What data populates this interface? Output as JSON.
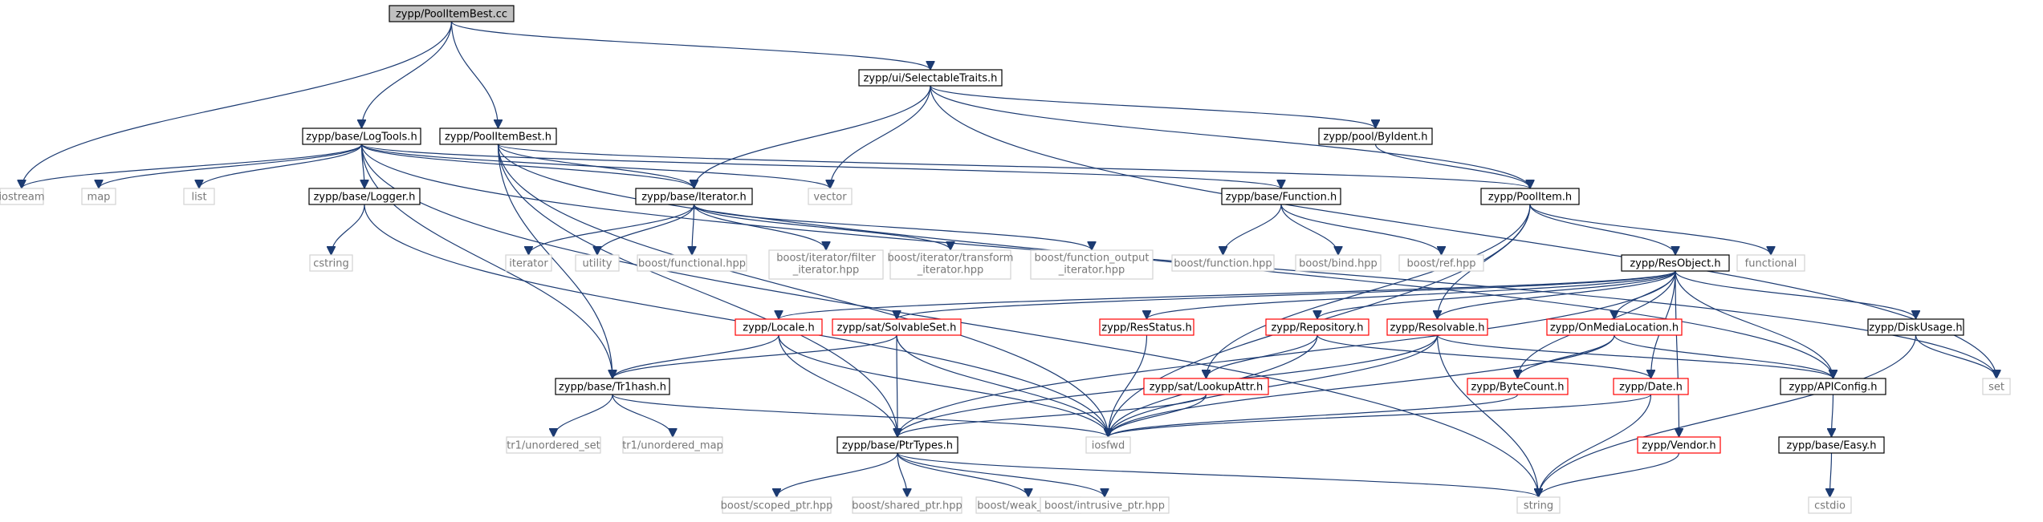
{
  "diagram": {
    "title": "zypp/PoolItemBest.cc",
    "colors": {
      "highlight_fill": "#c0c0c0",
      "normal_border": "#000000",
      "missing_border": "#d3d3d3",
      "partial_border": "#ff0000",
      "edge": "#1c3b72",
      "text": "#000000",
      "missing_text": "#777777"
    },
    "nodes": [
      {
        "id": "root",
        "label": "zypp/PoolItemBest.cc",
        "style": "highlight"
      },
      {
        "id": "iostream",
        "label": "iostream",
        "style": "missing"
      },
      {
        "id": "logtools",
        "label": "zypp/base/LogTools.h",
        "style": "normal"
      },
      {
        "id": "poolitembest_h",
        "label": "zypp/PoolItemBest.h",
        "style": "normal"
      },
      {
        "id": "selectabletraits",
        "label": "zypp/ui/SelectableTraits.h",
        "style": "normal"
      },
      {
        "id": "map",
        "label": "map",
        "style": "missing"
      },
      {
        "id": "list",
        "label": "list",
        "style": "missing"
      },
      {
        "id": "logger",
        "label": "zypp/base/Logger.h",
        "style": "normal"
      },
      {
        "id": "iterator_h",
        "label": "zypp/base/Iterator.h",
        "style": "normal"
      },
      {
        "id": "vector",
        "label": "vector",
        "style": "missing"
      },
      {
        "id": "function_h",
        "label": "zypp/base/Function.h",
        "style": "normal"
      },
      {
        "id": "byident",
        "label": "zypp/pool/ByIdent.h",
        "style": "normal"
      },
      {
        "id": "poolitem",
        "label": "zypp/PoolItem.h",
        "style": "normal"
      },
      {
        "id": "set",
        "label": "set",
        "style": "missing"
      },
      {
        "id": "cstring",
        "label": "cstring",
        "style": "missing"
      },
      {
        "id": "iterator",
        "label": "iterator",
        "style": "missing"
      },
      {
        "id": "utility",
        "label": "utility",
        "style": "missing"
      },
      {
        "id": "boost_functional",
        "label": "boost/functional.hpp",
        "style": "missing"
      },
      {
        "id": "filter_iter",
        "label": [
          "boost/iterator/filter",
          "_iterator.hpp"
        ],
        "style": "missing"
      },
      {
        "id": "transform_iter",
        "label": [
          "boost/iterator/transform",
          "_iterator.hpp"
        ],
        "style": "missing"
      },
      {
        "id": "function_output",
        "label": [
          "boost/function_output",
          "_iterator.hpp"
        ],
        "style": "missing"
      },
      {
        "id": "boost_function",
        "label": "boost/function.hpp",
        "style": "missing"
      },
      {
        "id": "boost_bind",
        "label": "boost/bind.hpp",
        "style": "missing"
      },
      {
        "id": "boost_ref",
        "label": "boost/ref.hpp",
        "style": "missing"
      },
      {
        "id": "resobject",
        "label": "zypp/ResObject.h",
        "style": "normal"
      },
      {
        "id": "functional",
        "label": "functional",
        "style": "missing"
      },
      {
        "id": "locale",
        "label": "zypp/Locale.h",
        "style": "partial"
      },
      {
        "id": "solvableset",
        "label": "zypp/sat/SolvableSet.h",
        "style": "partial"
      },
      {
        "id": "resstatus",
        "label": "zypp/ResStatus.h",
        "style": "partial"
      },
      {
        "id": "repository",
        "label": "zypp/Repository.h",
        "style": "partial"
      },
      {
        "id": "resolvable",
        "label": "zypp/Resolvable.h",
        "style": "partial"
      },
      {
        "id": "onmedialocation",
        "label": "zypp/OnMediaLocation.h",
        "style": "partial"
      },
      {
        "id": "diskusage",
        "label": "zypp/DiskUsage.h",
        "style": "normal"
      },
      {
        "id": "tr1hash",
        "label": "zypp/base/Tr1hash.h",
        "style": "normal"
      },
      {
        "id": "lookupattr",
        "label": "zypp/sat/LookupAttr.h",
        "style": "partial"
      },
      {
        "id": "bytecount",
        "label": "zypp/ByteCount.h",
        "style": "partial"
      },
      {
        "id": "date",
        "label": "zypp/Date.h",
        "style": "partial"
      },
      {
        "id": "apiconfig",
        "label": "zypp/APIConfig.h",
        "style": "normal"
      },
      {
        "id": "unordered_set",
        "label": "tr1/unordered_set",
        "style": "missing"
      },
      {
        "id": "unordered_map",
        "label": "tr1/unordered_map",
        "style": "missing"
      },
      {
        "id": "ptrtypes",
        "label": "zypp/base/PtrTypes.h",
        "style": "normal"
      },
      {
        "id": "iosfwd",
        "label": "iosfwd",
        "style": "missing"
      },
      {
        "id": "vendor",
        "label": "zypp/Vendor.h",
        "style": "partial"
      },
      {
        "id": "easy",
        "label": "zypp/base/Easy.h",
        "style": "normal"
      },
      {
        "id": "scoped_ptr",
        "label": "boost/scoped_ptr.hpp",
        "style": "missing"
      },
      {
        "id": "shared_ptr",
        "label": "boost/shared_ptr.hpp",
        "style": "missing"
      },
      {
        "id": "weak_ptr",
        "label": "boost/weak_ptr.hpp",
        "style": "missing"
      },
      {
        "id": "intrusive_ptr",
        "label": "boost/intrusive_ptr.hpp",
        "style": "missing"
      },
      {
        "id": "string",
        "label": "string",
        "style": "missing"
      },
      {
        "id": "cstdio",
        "label": "cstdio",
        "style": "missing"
      }
    ],
    "edges": [
      [
        "root",
        "iostream"
      ],
      [
        "root",
        "logtools"
      ],
      [
        "root",
        "poolitembest_h"
      ],
      [
        "root",
        "selectabletraits"
      ],
      [
        "logtools",
        "iostream"
      ],
      [
        "logtools",
        "map"
      ],
      [
        "logtools",
        "list"
      ],
      [
        "logtools",
        "logger"
      ],
      [
        "logtools",
        "iterator_h"
      ],
      [
        "logtools",
        "vector"
      ],
      [
        "logtools",
        "set"
      ],
      [
        "logtools",
        "tr1hash"
      ],
      [
        "logtools",
        "string"
      ],
      [
        "logtools",
        "function_h"
      ],
      [
        "poolitembest_h",
        "iterator_h"
      ],
      [
        "poolitembest_h",
        "poolitem"
      ],
      [
        "poolitembest_h",
        "apiconfig"
      ],
      [
        "poolitembest_h",
        "ptrtypes"
      ],
      [
        "poolitembest_h",
        "tr1hash"
      ],
      [
        "poolitembest_h",
        "iosfwd"
      ],
      [
        "selectabletraits",
        "iterator_h"
      ],
      [
        "selectabletraits",
        "vector"
      ],
      [
        "selectabletraits",
        "byident"
      ],
      [
        "selectabletraits",
        "poolitem"
      ],
      [
        "selectabletraits",
        "set"
      ],
      [
        "byident",
        "poolitem"
      ],
      [
        "logger",
        "cstring"
      ],
      [
        "logger",
        "iosfwd"
      ],
      [
        "iterator_h",
        "iterator"
      ],
      [
        "iterator_h",
        "utility"
      ],
      [
        "iterator_h",
        "boost_functional"
      ],
      [
        "iterator_h",
        "filter_iter"
      ],
      [
        "iterator_h",
        "transform_iter"
      ],
      [
        "iterator_h",
        "function_output"
      ],
      [
        "function_h",
        "boost_function"
      ],
      [
        "function_h",
        "boost_bind"
      ],
      [
        "function_h",
        "boost_ref"
      ],
      [
        "poolitem",
        "resobject"
      ],
      [
        "poolitem",
        "functional"
      ],
      [
        "poolitem",
        "iosfwd"
      ],
      [
        "poolitem",
        "lookupattr"
      ],
      [
        "poolitem",
        "resolvable"
      ],
      [
        "resobject",
        "locale"
      ],
      [
        "resobject",
        "solvableset"
      ],
      [
        "resobject",
        "resstatus"
      ],
      [
        "resobject",
        "repository"
      ],
      [
        "resobject",
        "resolvable"
      ],
      [
        "resobject",
        "onmedialocation"
      ],
      [
        "resobject",
        "diskusage"
      ],
      [
        "resobject",
        "apiconfig"
      ],
      [
        "resobject",
        "bytecount"
      ],
      [
        "resobject",
        "date"
      ],
      [
        "resobject",
        "vendor"
      ],
      [
        "resobject",
        "ptrtypes"
      ],
      [
        "locale",
        "tr1hash"
      ],
      [
        "locale",
        "ptrtypes"
      ],
      [
        "locale",
        "iosfwd"
      ],
      [
        "solvableset",
        "tr1hash"
      ],
      [
        "solvableset",
        "ptrtypes"
      ],
      [
        "solvableset",
        "iosfwd"
      ],
      [
        "resstatus",
        "iosfwd"
      ],
      [
        "repository",
        "lookupattr"
      ],
      [
        "repository",
        "date"
      ],
      [
        "repository",
        "iosfwd"
      ],
      [
        "resolvable",
        "ptrtypes"
      ],
      [
        "resolvable",
        "iosfwd"
      ],
      [
        "resolvable",
        "apiconfig"
      ],
      [
        "resolvable",
        "string"
      ],
      [
        "onmedialocation",
        "bytecount"
      ],
      [
        "onmedialocation",
        "apiconfig"
      ],
      [
        "onmedialocation",
        "iosfwd"
      ],
      [
        "diskusage",
        "set"
      ],
      [
        "diskusage",
        "string"
      ],
      [
        "tr1hash",
        "unordered_set"
      ],
      [
        "tr1hash",
        "unordered_map"
      ],
      [
        "tr1hash",
        "iosfwd"
      ],
      [
        "lookupattr",
        "ptrtypes"
      ],
      [
        "lookupattr",
        "iosfwd"
      ],
      [
        "bytecount",
        "iosfwd"
      ],
      [
        "date",
        "iosfwd"
      ],
      [
        "date",
        "string"
      ],
      [
        "vendor",
        "string"
      ],
      [
        "apiconfig",
        "easy"
      ],
      [
        "easy",
        "cstdio"
      ],
      [
        "ptrtypes",
        "scoped_ptr"
      ],
      [
        "ptrtypes",
        "shared_ptr"
      ],
      [
        "ptrtypes",
        "weak_ptr"
      ],
      [
        "ptrtypes",
        "intrusive_ptr"
      ],
      [
        "ptrtypes",
        "string"
      ]
    ]
  }
}
